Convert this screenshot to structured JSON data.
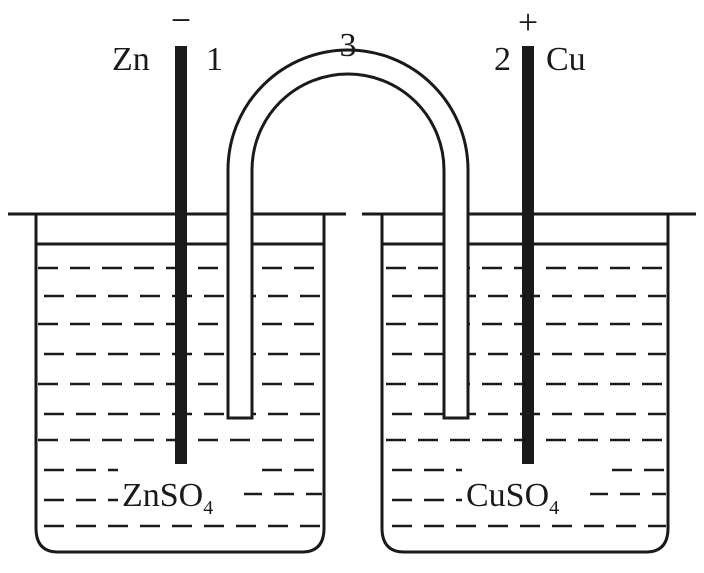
{
  "labels": {
    "anode_metal": "Zn",
    "cathode_metal": "Cu",
    "anode_number": "1",
    "cathode_number": "2",
    "salt_bridge_number": "3",
    "anode_sign": "−",
    "cathode_sign": "+"
  },
  "solutions": {
    "left": {
      "formula_main": "ZnSO",
      "formula_sub": "4"
    },
    "right": {
      "formula_main": "CuSO",
      "formula_sub": "4"
    }
  },
  "colors": {
    "ink": "#1a1a1a",
    "background": "#ffffff"
  }
}
